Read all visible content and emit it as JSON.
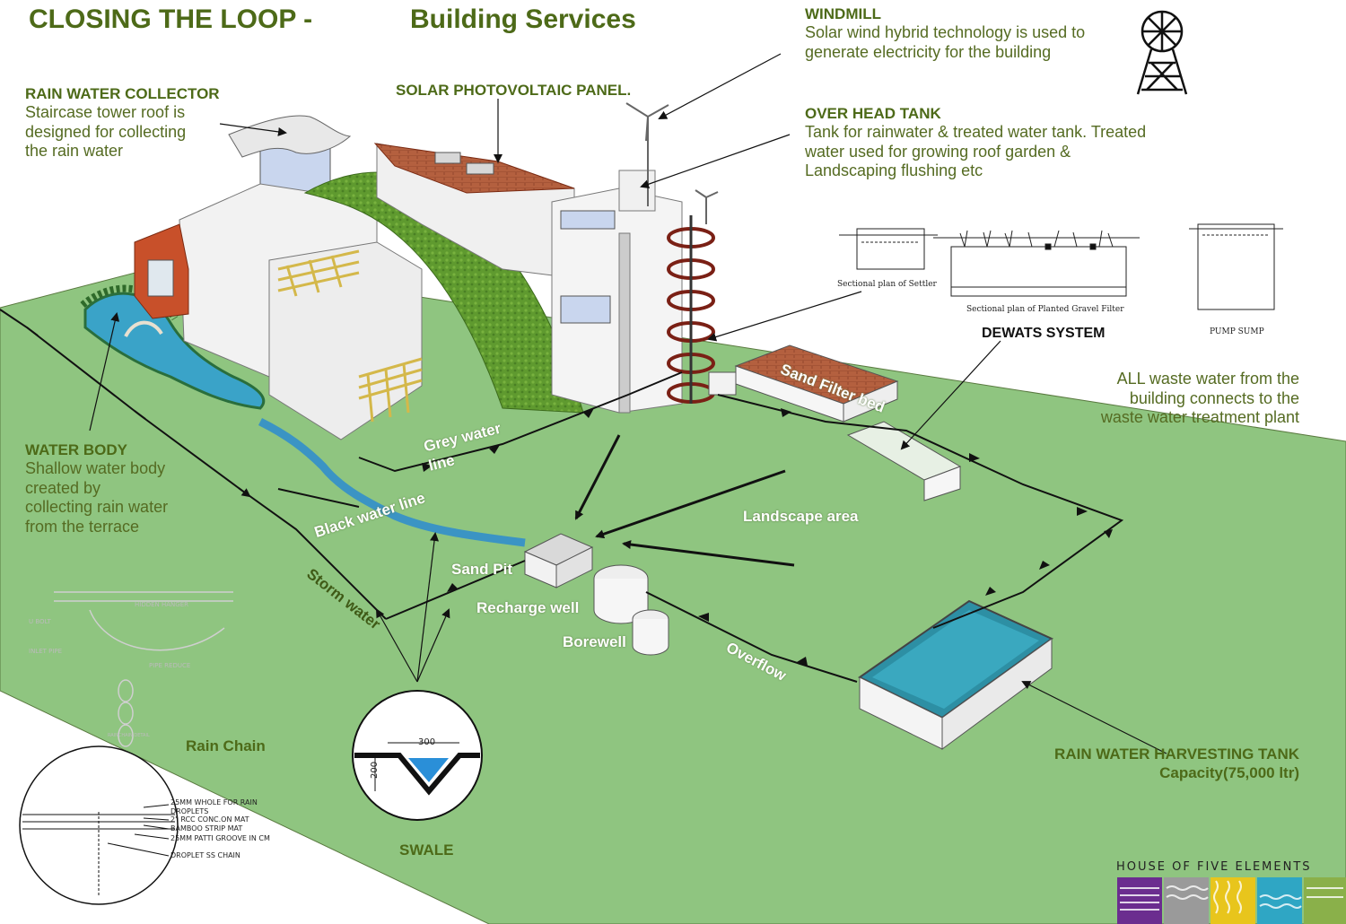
{
  "title": {
    "left": "CLOSING THE LOOP -",
    "right": "Building Services"
  },
  "windmill": {
    "heading": "WINDMILL",
    "lines": [
      "Solar wind hybrid technology is used to",
      "generate electricity for the building"
    ]
  },
  "overhead_tank": {
    "heading": "OVER HEAD TANK",
    "lines": [
      "Tank for rainwater & treated water tank. Treated",
      "water used for growing roof garden &",
      "Landscaping flushing etc"
    ]
  },
  "rain_collector": {
    "heading": "RAIN WATER COLLECTOR",
    "lines": [
      "Staircase tower roof is",
      "designed for collecting",
      "the rain water"
    ]
  },
  "solar_panel": {
    "heading": "SOLAR PHOTOVOLTAIC PANEL."
  },
  "water_body": {
    "heading": "WATER BODY",
    "lines": [
      "Shallow water body",
      "created by",
      "collecting rain water",
      "from the terrace"
    ]
  },
  "waste_note": {
    "lines": [
      "ALL waste water from the",
      "building connects to the",
      "waste water treatment plant"
    ]
  },
  "dewats": {
    "title": "DEWATS SYSTEM",
    "settler_caption": "Sectional plan of Settler",
    "gravel_caption": "Sectional plan of Planted Gravel Filter",
    "sump_caption": "PUMP SUMP"
  },
  "site_labels": {
    "sand_filter": "Sand Filter bed",
    "grey_water": "Grey water line",
    "black_water": "Black water line",
    "landscape": "Landscape area",
    "sand_pit": "Sand Pit",
    "recharge_well": "Recharge well",
    "borewell": "Borewell",
    "overflow": "Overflow",
    "storm_water": "Storm water"
  },
  "harvesting_tank": {
    "heading": "RAIN WATER HARVESTING TANK",
    "capacity": "Capacity(75,000 ltr)"
  },
  "swale": {
    "label": "SWALE",
    "width": "300",
    "depth": "200"
  },
  "rain_chain": {
    "label": "Rain Chain",
    "ghost_labels": [
      "HIDDEN HANGER",
      "U BOLT",
      "INLET PIPE",
      "PIPE REDUCE",
      "RAINCHAIN DETAIL"
    ],
    "detail_labels": [
      "25MM WHOLE FOR RAIN",
      "DROPLETS",
      "2\" RCC CONC.ON MAT",
      "BAMBOO STRIP MAT",
      "25MM PATTI GROOVE IN CM",
      "DROPLET SS CHAIN"
    ]
  },
  "logo": {
    "text": "HOUSE OF FIVE ELEMENTS",
    "colors": [
      "#6b2d8f",
      "#9a9a9a",
      "#e8c51c",
      "#2fa6c4",
      "#8ab04a"
    ]
  },
  "colors": {
    "ground": "#8fc580",
    "accent_text": "#4d6a18",
    "water": "#3aa3c8",
    "roof_green": "#5c9a2e",
    "brick": "#b0563a"
  }
}
